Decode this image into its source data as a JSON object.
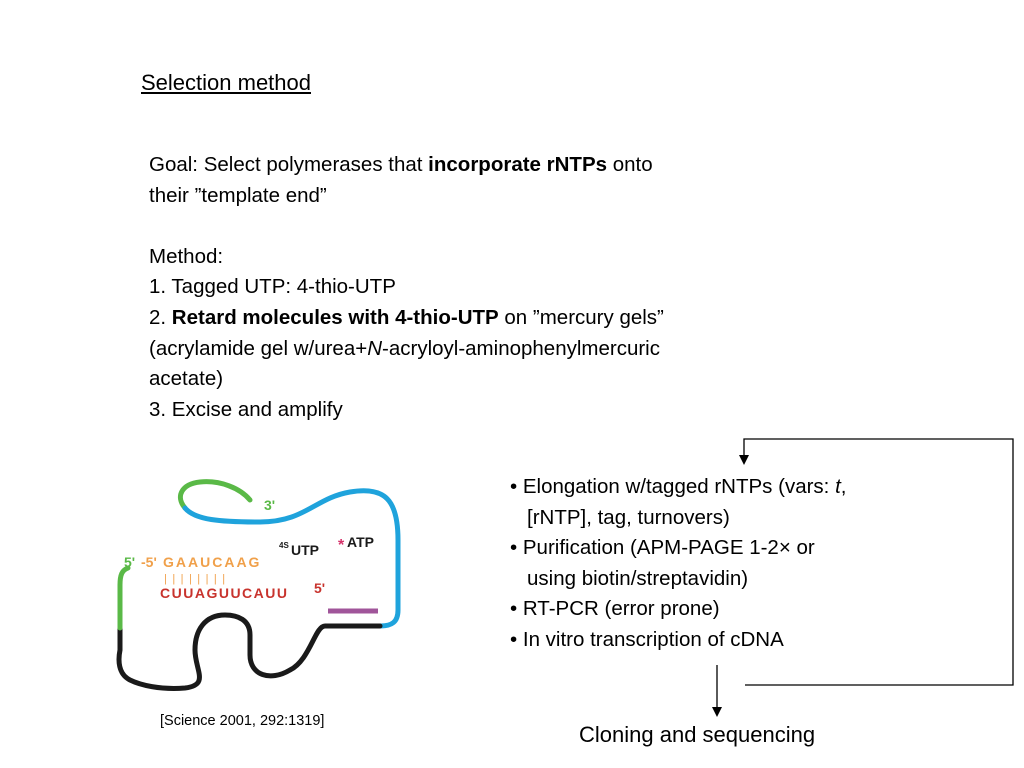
{
  "slide": {
    "title": "Selection method"
  },
  "goal": {
    "prefix": "Goal: Select polymerases that ",
    "bold": "incorporate rNTPs",
    "suffix": " onto",
    "line2": "their ”template end”"
  },
  "method": {
    "heading": "Method:",
    "step1": "1. Tagged UTP: 4-thio-UTP",
    "step2_prefix": "2. ",
    "step2_bold": "Retard molecules with 4-thio-UTP",
    "step2_suffix": " on ”mercury gels”",
    "step2_line2_prefix": "(acrylamide gel w/urea+",
    "step2_line2_italic": "N",
    "step2_line2_suffix": "-acryloyl-aminophenylmercuric",
    "step2_line3": "acetate)",
    "step3": "3. Excise and amplify"
  },
  "cycle": {
    "b1_prefix": "• Elongation w/tagged rNTPs (vars: ",
    "b1_italic": "t",
    "b1_suffix": ",",
    "b1_line2": "[rNTP], tag, turnovers)",
    "b2_line1": "• Purification (APM-PAGE 1-2× or",
    "b2_line2": "using biotin/streptavidin)",
    "b3": "• RT-PCR (error prone)",
    "b4": "• In vitro transcription of cDNA",
    "outcome": "Cloning and sequencing"
  },
  "figure": {
    "label_3prime": "3'",
    "label_5prime_left": "5'",
    "label_5prime_5": "-5'",
    "top_sequence": "GAAUCAAG",
    "bottom_sequence": "CUUAGUUCAUU",
    "label_5prime_bottom": "5'",
    "utp_superscript": "4S",
    "utp_label": "UTP",
    "atp_star": "*",
    "atp_label": "ATP",
    "pairing_ticks": "| | | | | | | |",
    "citation": "[Science 2001, 292:1319]",
    "colors": {
      "green": "#5ab947",
      "blue": "#1fa3dc",
      "black": "#1a1a1a",
      "orange": "#f0a04a",
      "red": "#c8332d",
      "purple": "#a0559a",
      "star": "#d6336b"
    }
  }
}
